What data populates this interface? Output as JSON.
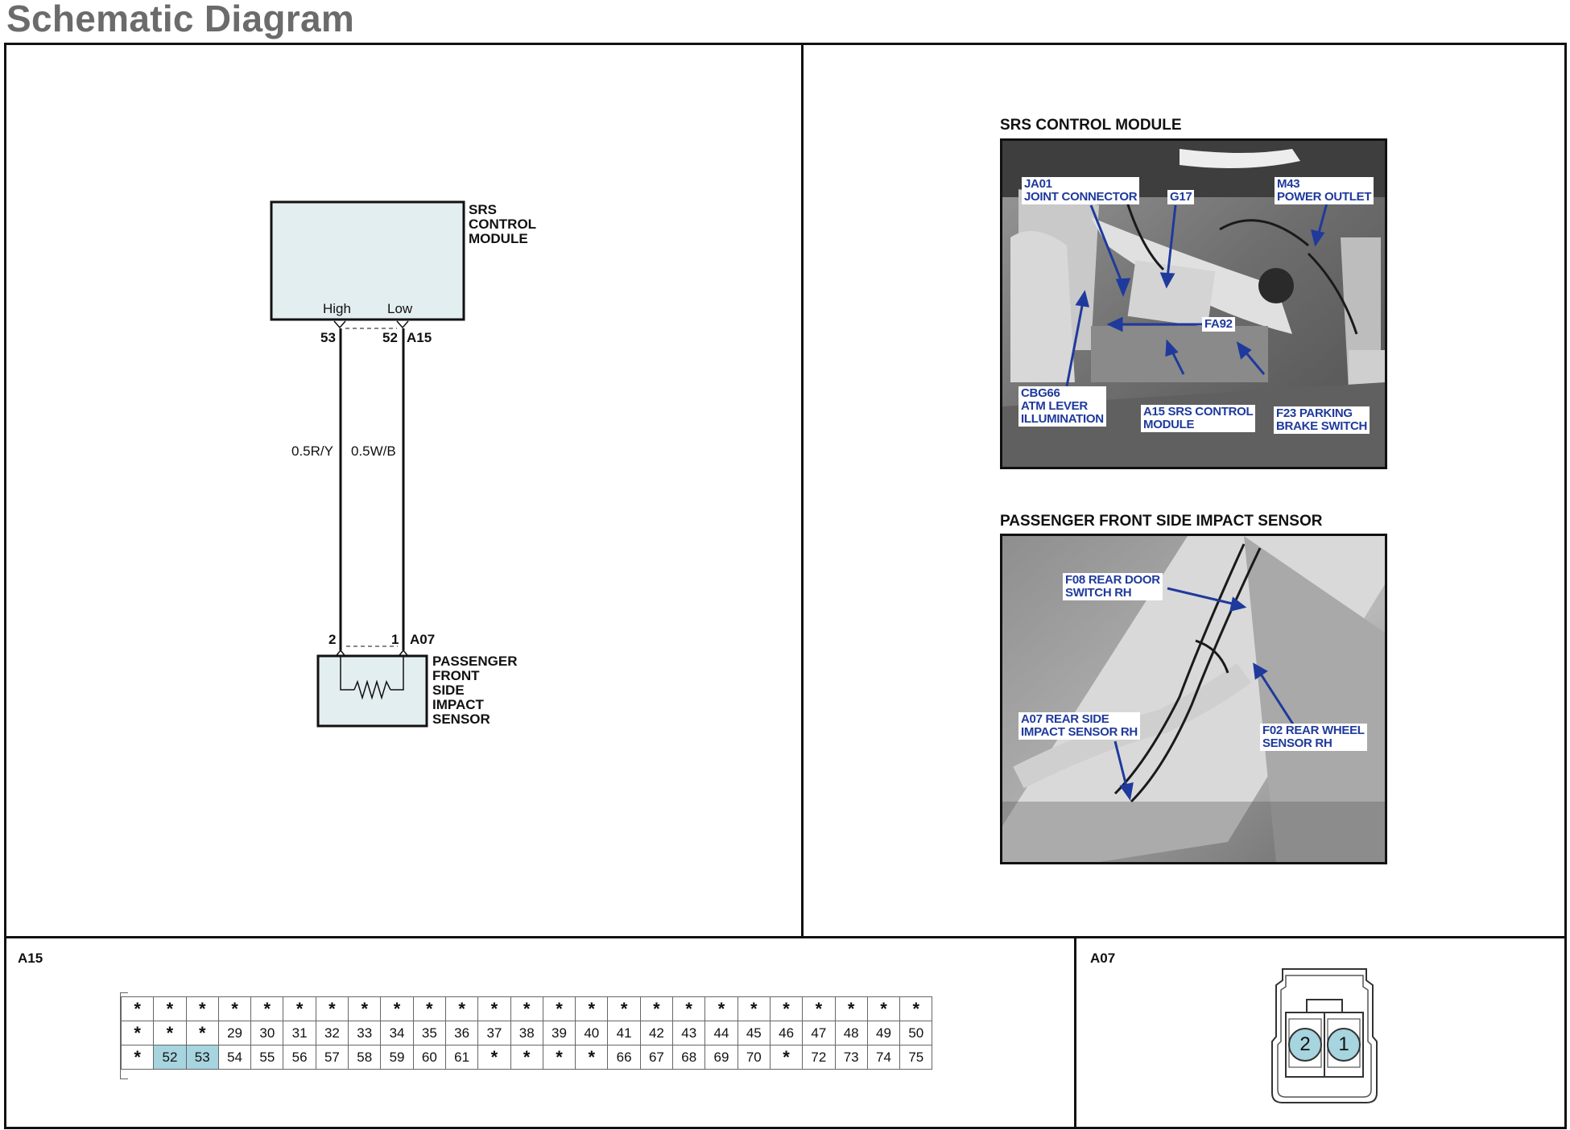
{
  "page_title": "Schematic Diagram",
  "schematic": {
    "module_label_lines": [
      "SRS",
      "CONTROL",
      "MODULE"
    ],
    "high_label": "High",
    "low_label": "Low",
    "pin_53": "53",
    "pin_52": "52",
    "module_connector": "A15",
    "wire_left": "0.5R/Y",
    "wire_right": "0.5W/B",
    "pin_2": "2",
    "pin_1": "1",
    "sensor_connector": "A07",
    "sensor_label_lines": [
      "PASSENGER",
      "FRONT",
      "SIDE",
      "IMPACT",
      "SENSOR"
    ]
  },
  "photos": {
    "srs_title": "SRS CONTROL MODULE",
    "srs_callouts": {
      "ja01": [
        "JA01",
        "JOINT CONNECTOR"
      ],
      "g17": [
        "G17"
      ],
      "m43": [
        "M43",
        "POWER OUTLET"
      ],
      "fa92": [
        "FA92"
      ],
      "cbg66": [
        "CBG66",
        "ATM LEVER",
        "ILLUMINATION"
      ],
      "a15": [
        "A15 SRS CONTROL",
        "MODULE"
      ],
      "f23": [
        "F23 PARKING",
        "BRAKE SWITCH"
      ]
    },
    "sensor_title": "PASSENGER FRONT SIDE IMPACT SENSOR",
    "sensor_callouts": {
      "f08": [
        "F08 REAR DOOR",
        "SWITCH RH"
      ],
      "a07": [
        "A07 REAR SIDE",
        "IMPACT SENSOR RH"
      ],
      "f02": [
        "F02 REAR WHEEL",
        "SENSOR RH"
      ]
    }
  },
  "connectors": {
    "a15_title": "A15",
    "a15_rows": [
      [
        "*",
        "*",
        "*",
        "*",
        "*",
        "*",
        "*",
        "*",
        "*",
        "*",
        "*",
        "*",
        "*",
        "*",
        "*",
        "*",
        "*",
        "*",
        "*",
        "*",
        "*",
        "*",
        "*",
        "*",
        "*"
      ],
      [
        "*",
        "*",
        "*",
        "29",
        "30",
        "31",
        "32",
        "33",
        "34",
        "35",
        "36",
        "37",
        "38",
        "39",
        "40",
        "41",
        "42",
        "43",
        "44",
        "45",
        "46",
        "47",
        "48",
        "49",
        "50"
      ],
      [
        "*",
        "52",
        "53",
        "54",
        "55",
        "56",
        "57",
        "58",
        "59",
        "60",
        "61",
        "*",
        "*",
        "*",
        "*",
        "66",
        "67",
        "68",
        "69",
        "70",
        "*",
        "72",
        "73",
        "74",
        "75"
      ]
    ],
    "a15_highlighted": [
      "52",
      "53"
    ],
    "a07_title": "A07",
    "a07_pins": [
      "2",
      "1"
    ],
    "highlight_color": "#a6d4df"
  }
}
